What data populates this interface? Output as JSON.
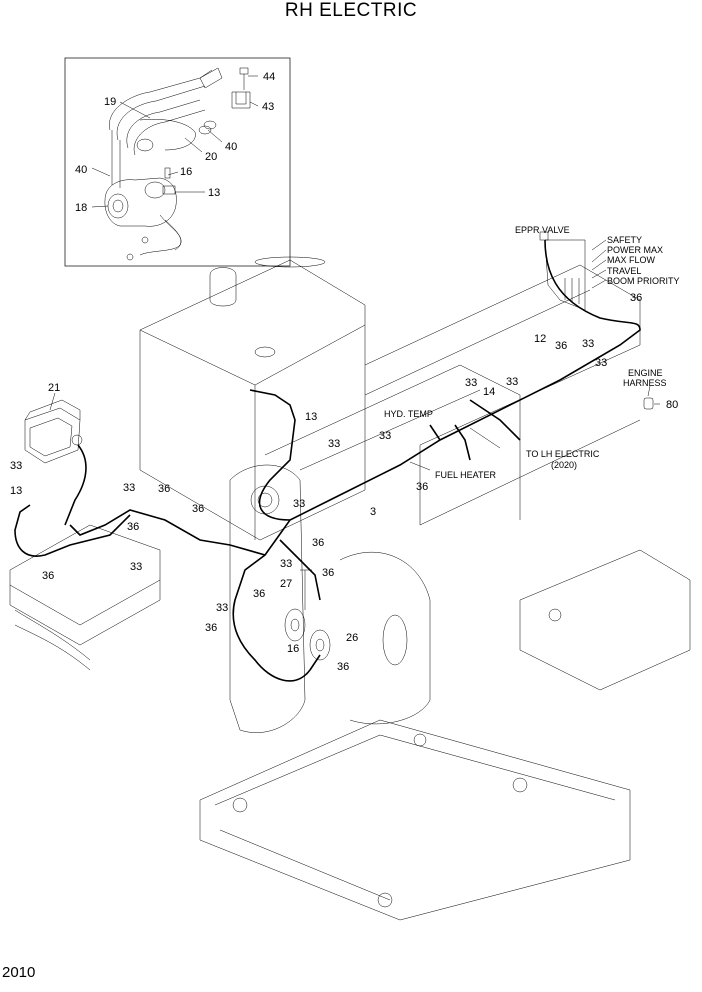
{
  "title": "RH ELECTRIC",
  "page_number": "2010",
  "callouts": {
    "c44": "44",
    "c43": "43",
    "c19": "19",
    "c20": "20",
    "c40a": "40",
    "c40b": "40",
    "c16a": "16",
    "c13a": "13",
    "c18": "18",
    "c21": "21",
    "c33a": "33",
    "c13b": "13",
    "c33b": "33",
    "c36a": "36",
    "c36b": "36",
    "c36c": "36",
    "c33c": "33",
    "c13c": "13",
    "c33d": "33",
    "c33e": "33",
    "c3": "3",
    "c36d": "36",
    "c33f": "33",
    "c36e": "36",
    "c27": "27",
    "c33g": "33",
    "c36f": "36",
    "c36g": "36",
    "c26": "26",
    "c16b": "16",
    "c36h": "36",
    "c33h": "33",
    "c36i": "36",
    "c33i": "33",
    "c14": "14",
    "c33j": "33",
    "c12": "12",
    "c36j": "36",
    "c33k": "33",
    "c36k": "36",
    "c36l": "36",
    "c80": "80"
  },
  "notes": {
    "eppr_valve": "EPPR VALVE",
    "safety": "SAFETY",
    "power_max": "POWER MAX",
    "max_flow": "MAX FLOW",
    "travel": "TRAVEL",
    "boom_priority": "BOOM PRIORITY",
    "engine": "ENGINE",
    "harness": "HARNESS",
    "hyd_temp": "HYD. TEMP",
    "to_lh_electric": "TO LH ELECTRIC",
    "to_lh_ref": "(2020)",
    "fuel_heater": "FUEL HEATER"
  }
}
